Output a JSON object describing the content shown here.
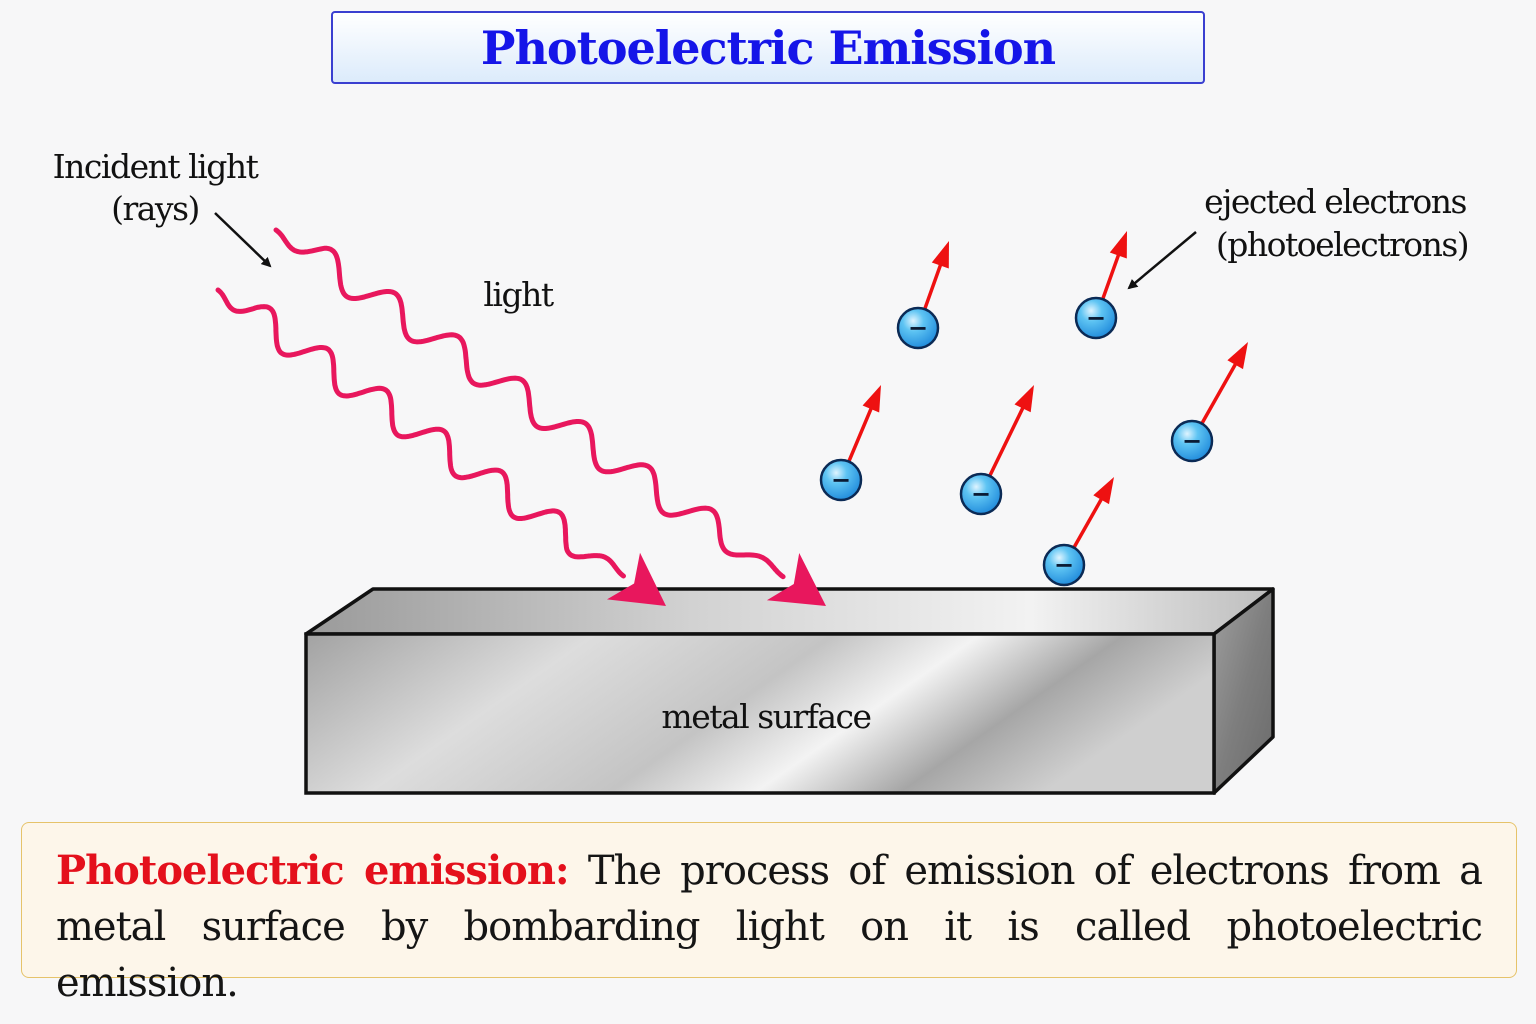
{
  "title": "Photoelectric Emission",
  "labels": {
    "incident_line1": "Incident light",
    "incident_line2": "(rays)",
    "light": "light",
    "ejected_line1": "ejected electrons",
    "ejected_line2": "(photoelectrons)",
    "metal": "metal surface",
    "electron_sign": "−"
  },
  "definition": {
    "term": "Photoelectric emission:",
    "text": " The process of emission of electrons from a metal surface by bombarding light on it is called photoelectric emission."
  },
  "colors": {
    "title": "#1515e8",
    "wave": "#e8175d",
    "velocity_arrow": "#ee1111",
    "electron": "#2aa2ea",
    "definition_term": "#e4101c"
  }
}
